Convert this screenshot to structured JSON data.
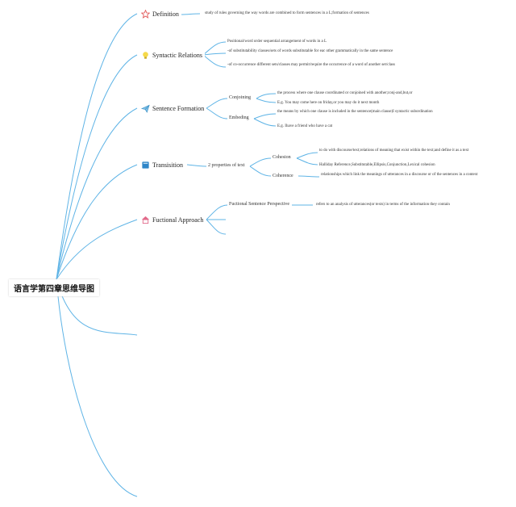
{
  "root": {
    "label": "语言学第四章思维导图"
  },
  "topics": [
    {
      "label": "Definition",
      "icon": "star-icon",
      "notes": [
        "study of rules governing the way words are combined to form sentences in a L;formation of sentences"
      ]
    },
    {
      "label": "Syntactic Relations",
      "icon": "lightbulb-icon",
      "notes": [
        "Positional/word order sequential arrangement of words in a L",
        "-of substitutability classes/sets of words substitutable for eac other grammatically in the same sentence",
        "-of co-occurrence different sets/classes may permit/require the occurrence of a word of another set/class"
      ]
    },
    {
      "label": "Sentence Formation",
      "icon": "paper-plane-icon",
      "children": [
        {
          "label": "Conjoining",
          "notes": [
            "the process where one clause coordinated or conjoined with another;conj-and,but,or",
            "E.g. You may come here on friday,or you may do it next month"
          ]
        },
        {
          "label": "Embeding",
          "notes": [
            "the means by which one clause is included in the sentence(main clause)I syntactic subordination",
            "E.g. Ihave a friend who have a cat"
          ]
        }
      ]
    },
    {
      "label": "Transisition",
      "icon": "book-icon",
      "properties_label": "2 properties of text",
      "children": [
        {
          "label": "Cohesion",
          "notes": [
            "to do with discourse/text;relations of meaning that exist within the text;and define it as a text",
            "Halliday Reference,Substitutable,Ellipsis,Conjunction,Lexical cohesion"
          ]
        },
        {
          "label": "Coherence",
          "notes": [
            "relationships which link the meanings of utterances in a discourse or of the sentences in a context"
          ]
        }
      ]
    },
    {
      "label": "Fuctional Approach",
      "icon": "house-icon",
      "children": [
        {
          "label": "Fuctional Sentence Perspective",
          "notes": [
            "refers to an analysis of utterances(or texts) in terms of the information they contain"
          ]
        }
      ]
    }
  ],
  "colors": {
    "link": "#5fb4e6",
    "root_text": "#111111"
  }
}
